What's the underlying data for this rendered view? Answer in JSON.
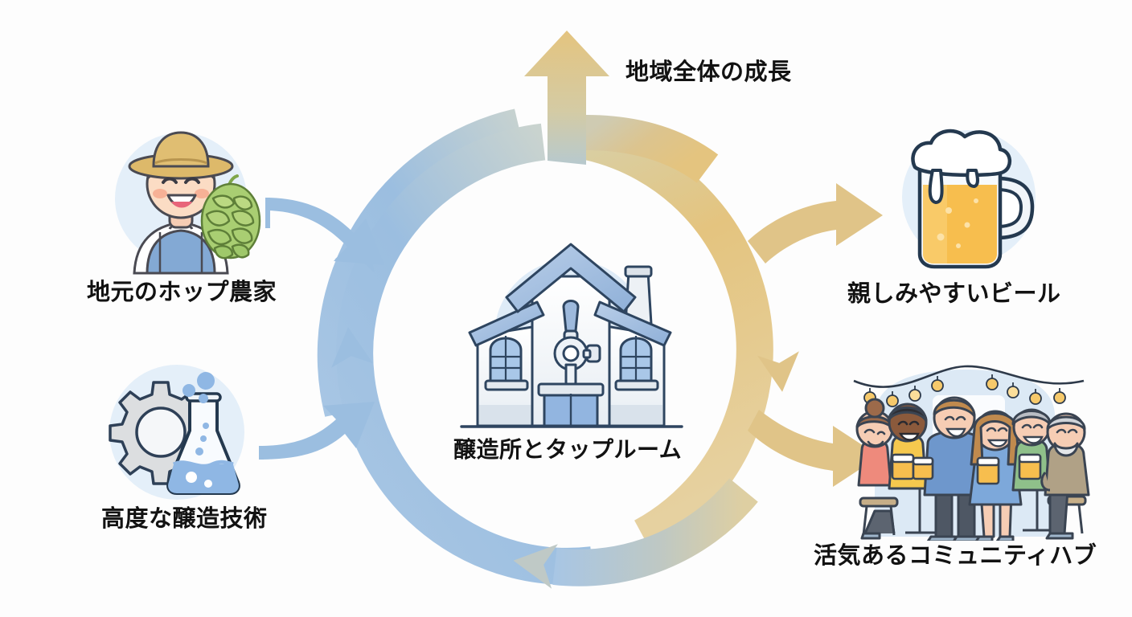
{
  "diagram": {
    "title_center": "醸造所とタップルーム",
    "background_color": "#fdfdfd",
    "text_color": "#121212",
    "accent_blue": "#9BBEE0",
    "accent_gold": "#E4C47F",
    "icon_halo_blue": "#E2EEF8"
  },
  "inputs": [
    {
      "label": "地元のホップ農家",
      "icon": "hop-farmer-icon"
    },
    {
      "label": "高度な醸造技術",
      "icon": "gear-flask-icon"
    }
  ],
  "outputs": [
    {
      "label": "親しみやすいビール",
      "icon": "beer-mug-icon"
    },
    {
      "label": "活気あるコミュニティハブ",
      "icon": "community-people-icon"
    }
  ],
  "top": {
    "label": "地域全体の成長",
    "icon": "up-arrow-icon"
  },
  "center": {
    "label": "醸造所とタップルーム",
    "icon": "brewery-taproom-icon"
  },
  "arrows": [
    {
      "name": "input-arrow-hops",
      "from": "地元のホップ農家",
      "to": "醸造所とタップルーム",
      "color": "#9BBEE0"
    },
    {
      "name": "input-arrow-technology",
      "from": "高度な醸造技術",
      "to": "醸造所とタップルーム",
      "color": "#9BBEE0"
    },
    {
      "name": "cycle-ring-left",
      "from": "醸造所とタップルーム",
      "to": "地域全体の成長",
      "color": "#9BBEE0"
    },
    {
      "name": "cycle-ring-right",
      "from": "地域全体の成長",
      "to": "醸造所とタップルーム",
      "color": "#E4C47F"
    },
    {
      "name": "output-arrow-beer",
      "from": "醸造所とタップルーム",
      "to": "親しみやすいビール",
      "color": "#E4C47F"
    },
    {
      "name": "output-arrow-community",
      "from": "醸造所とタップルーム",
      "to": "活気あるコミュニティハブ",
      "color": "#E4C47F"
    },
    {
      "name": "growth-arrow-up",
      "from": "醸造所とタップルーム",
      "to": "地域全体の成長",
      "color": "#E4C47F"
    }
  ]
}
